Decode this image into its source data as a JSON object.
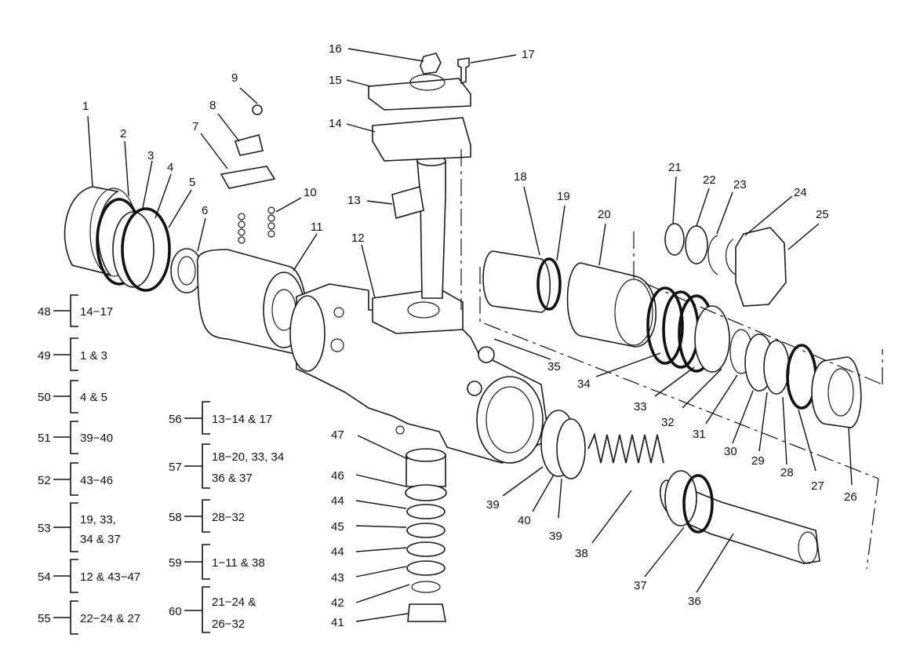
{
  "callouts": [
    "1",
    "2",
    "3",
    "4",
    "5",
    "6",
    "7",
    "8",
    "9",
    "10",
    "11",
    "12",
    "13",
    "14",
    "15",
    "16",
    "17",
    "18",
    "19",
    "20",
    "21",
    "22",
    "23",
    "24",
    "25",
    "26",
    "27",
    "28",
    "29",
    "30",
    "31",
    "32",
    "33",
    "34",
    "35",
    "36",
    "37",
    "38",
    "39",
    "39",
    "40",
    "41",
    "42",
    "43",
    "44",
    "44",
    "45",
    "46",
    "47"
  ],
  "kits": [
    {
      "number": "48",
      "lines": [
        "14−17"
      ]
    },
    {
      "number": "49",
      "lines": [
        "1 & 3"
      ]
    },
    {
      "number": "50",
      "lines": [
        "4 & 5"
      ]
    },
    {
      "number": "51",
      "lines": [
        "39−40"
      ]
    },
    {
      "number": "52",
      "lines": [
        "43−46"
      ]
    },
    {
      "number": "53",
      "lines": [
        "19, 33,",
        "34 & 37"
      ]
    },
    {
      "number": "54",
      "lines": [
        "12 & 43−47"
      ]
    },
    {
      "number": "55",
      "lines": [
        "22−24 & 27"
      ]
    },
    {
      "number": "56",
      "lines": [
        "13−14 & 17"
      ]
    },
    {
      "number": "57",
      "lines": [
        "18−20, 33, 34",
        "36 & 37"
      ]
    },
    {
      "number": "58",
      "lines": [
        "28−32"
      ]
    },
    {
      "number": "59",
      "lines": [
        "1−11 & 38"
      ]
    },
    {
      "number": "60",
      "lines": [
        "21−24 &",
        "26−32"
      ]
    }
  ]
}
